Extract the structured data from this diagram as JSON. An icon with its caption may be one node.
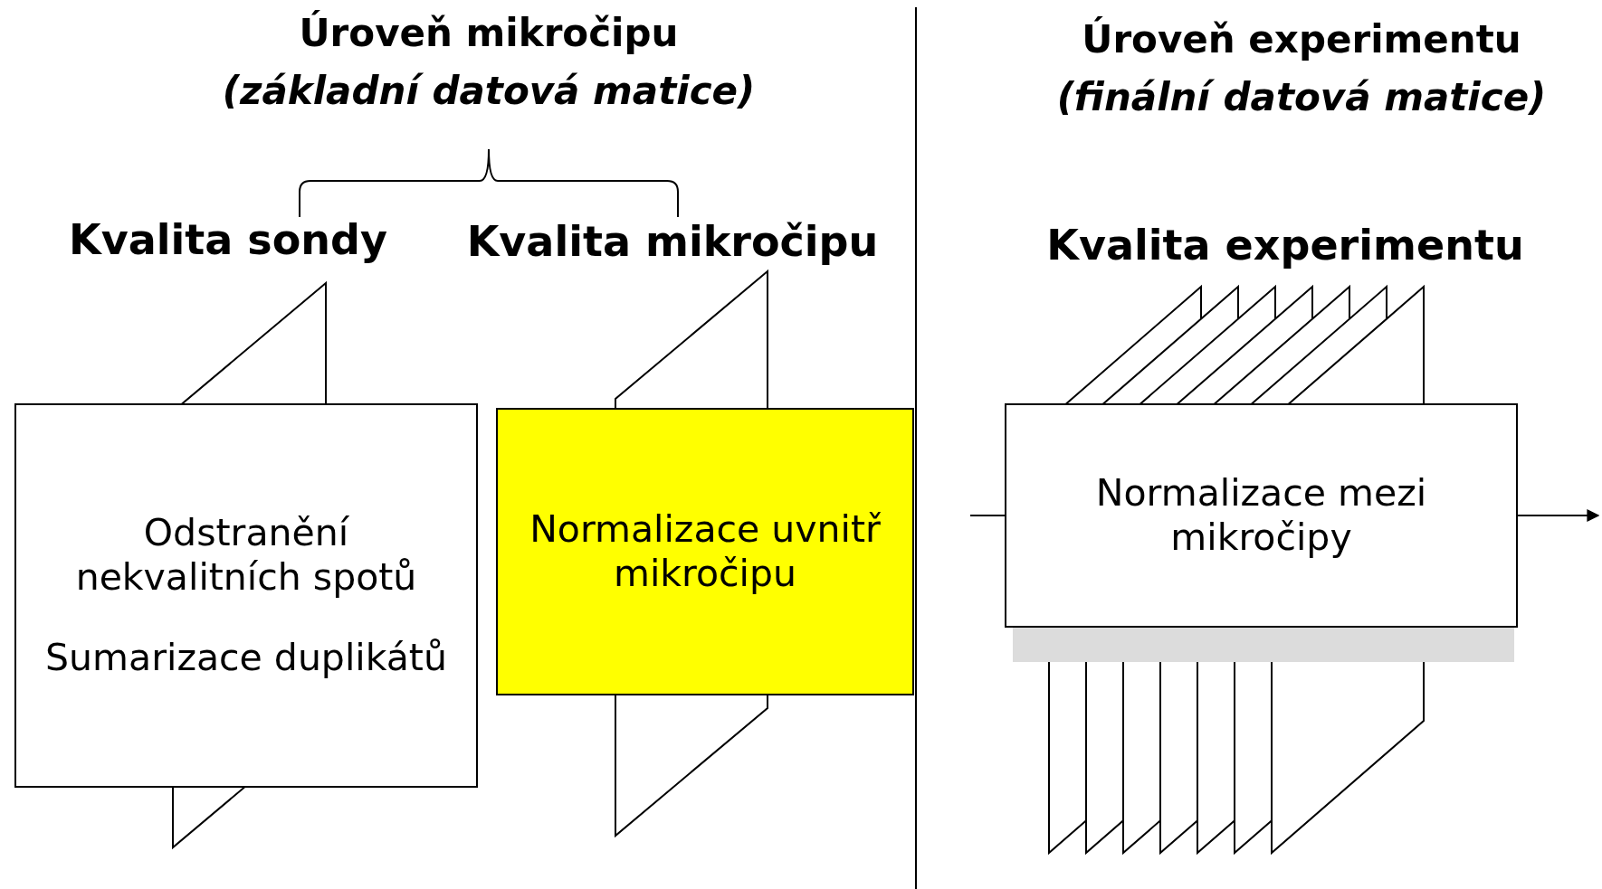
{
  "diagram": {
    "nodes": [
      {
        "text": [
          "Odstranění nekvalitních spotů",
          "Sumarizace duplikátů"
        ]
      },
      {
        "text": [
          "Normalizace uvnitř mikročipu"
        ]
      },
      {
        "text": [
          "Normalizace mezi mikročipy"
        ]
      }
    ],
    "edges": [
      {
        "from": null,
        "to": 2,
        "arrow": "none"
      },
      {
        "from": 2,
        "to": null,
        "arrow": "to"
      }
    ],
    "labels": [
      "Úroveň mikročipu",
      "(základní datová matice)",
      "Kvalita sondy",
      "Kvalita mikročipu",
      "Úroveň experimentu",
      "(finální datová matice)",
      "Kvalita experimentu"
    ]
  }
}
